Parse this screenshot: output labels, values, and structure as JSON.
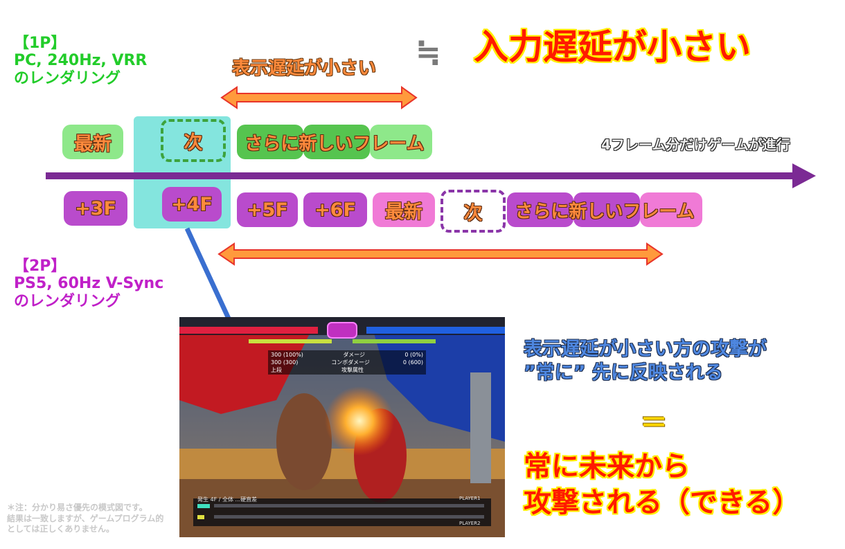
{
  "player1": {
    "tag": "【1P】",
    "line1": "PC, 240Hz, VRR",
    "line2": "のレンダリング"
  },
  "player2": {
    "tag": "【2P】",
    "line1": "PS5, 60Hz V-Sync",
    "line2": "のレンダリング"
  },
  "top_caption": "表示遅延が小さい",
  "approx_symbol": "≒",
  "headline": "入力遅延が小さい",
  "progress_caption": "4フレーム分だけゲームが進行",
  "row1": {
    "latest": "最新",
    "next": "次",
    "newer_frames": "さらに新しいフレーム"
  },
  "row2": {
    "f3": "+3F",
    "f4": "+4F",
    "f5": "+5F",
    "f6": "+6F",
    "latest": "最新",
    "next": "次",
    "newer_frames": "さらに新しいフレーム"
  },
  "explanation": {
    "line1": "表示遅延が小さい方の攻撃が",
    "line2": "”常に” 先に反映される",
    "equals": "＝",
    "conclusion1": "常に未来から",
    "conclusion2": "攻撃される（できる）"
  },
  "footnote": {
    "line1": "＊注：分かり易さ優先の模式図です。",
    "line2": "結果は一致しますが、ゲームプログラム的",
    "line3": "としては正しくありません。"
  },
  "game_screenshot": {
    "hud_rows": [
      {
        "left": "300 (100%)",
        "mid": "ダメージ",
        "right": "0 (0%)"
      },
      {
        "left": "300 (300)",
        "mid": "コンボダメージ",
        "right": "0 (600)"
      },
      {
        "left": "上段",
        "mid": "攻撃属性",
        "right": ""
      }
    ],
    "player1_label": "PLAYER1",
    "player2_label": "PLAYER2",
    "frame_info": "発生 4F / 全体 ...硬直差"
  },
  "colors": {
    "p1_green": "#22cc2a",
    "p2_magenta": "#c020c8",
    "timeline_purple": "#7b2a94",
    "highlight_cyan": "#6ee0d8",
    "headline_red": "#ff1a00",
    "headline_outline": "#ffee00",
    "arrow_orange": "#ff9a3c"
  }
}
